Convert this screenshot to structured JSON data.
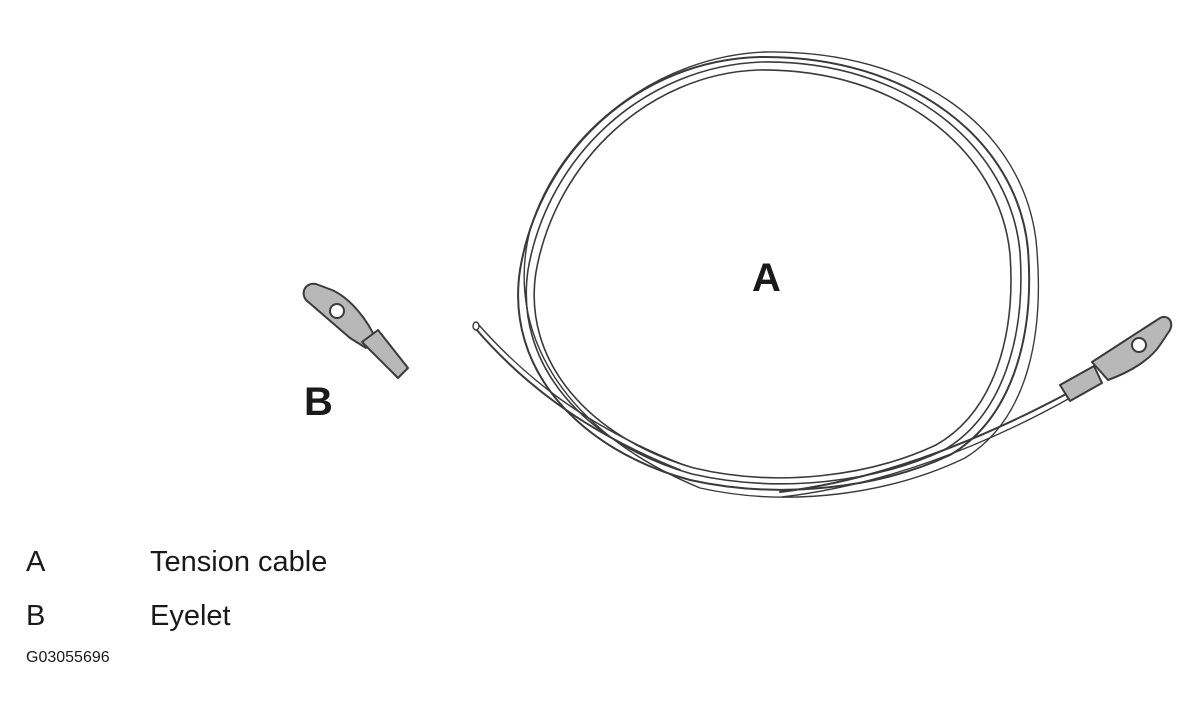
{
  "diagram": {
    "callouts": {
      "a": "A",
      "b": "B"
    },
    "legend": [
      {
        "key": "A",
        "label": "Tension cable"
      },
      {
        "key": "B",
        "label": "Eyelet"
      }
    ],
    "figure_code": "G03055696",
    "colors": {
      "line": "#3a3a3a",
      "part_fill": "#b8b8b8",
      "text": "#1a1a1a"
    },
    "icons": {
      "cable": "tension-cable-coil-icon",
      "eyelet": "eyelet-icon"
    }
  }
}
